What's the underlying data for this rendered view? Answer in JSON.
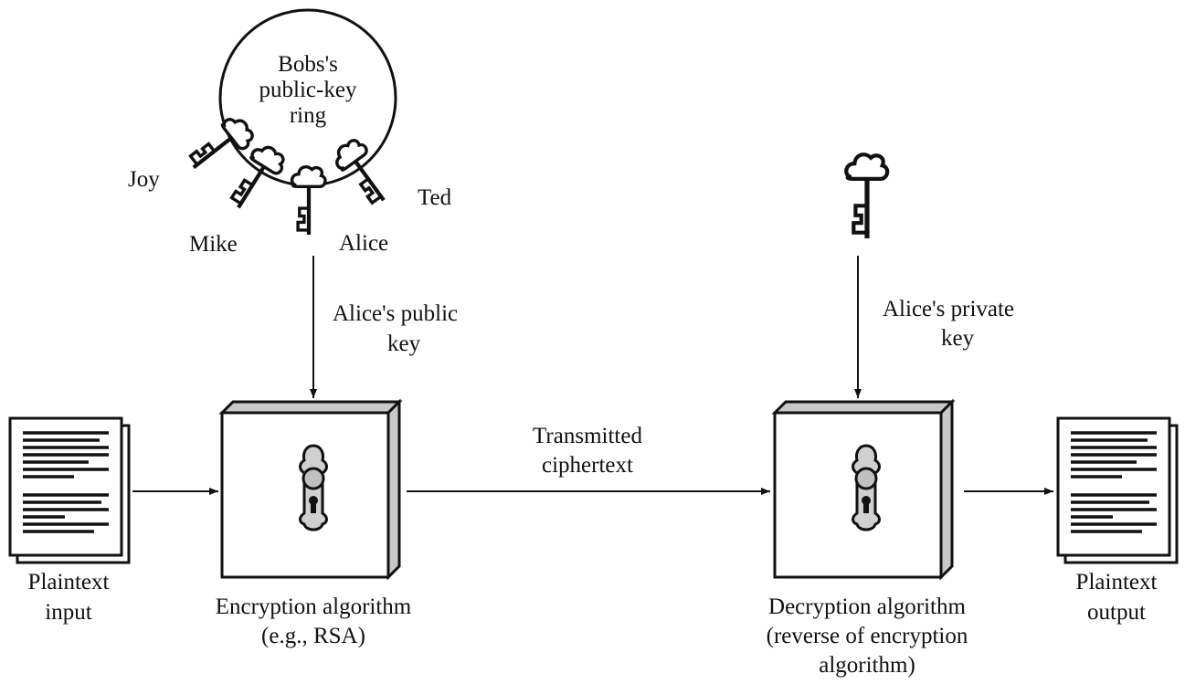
{
  "diagram": {
    "key_ring": {
      "label_lines": [
        "Bobs's",
        "public-key",
        "ring"
      ],
      "keys": [
        "Joy",
        "Mike",
        "Alice",
        "Ted"
      ]
    },
    "public_key_label": [
      "Alice's public",
      "key"
    ],
    "private_key_label": [
      "Alice's private",
      "key"
    ],
    "plaintext_input_label": [
      "Plaintext",
      "input"
    ],
    "encryption_label": [
      "Encryption algorithm",
      "(e.g., RSA)"
    ],
    "transmitted_label": [
      "Transmitted",
      "ciphertext"
    ],
    "decryption_label": [
      "Decryption algorithm",
      "(reverse of encryption",
      "algorithm)"
    ],
    "plaintext_output_label": [
      "Plaintext",
      "output"
    ]
  }
}
